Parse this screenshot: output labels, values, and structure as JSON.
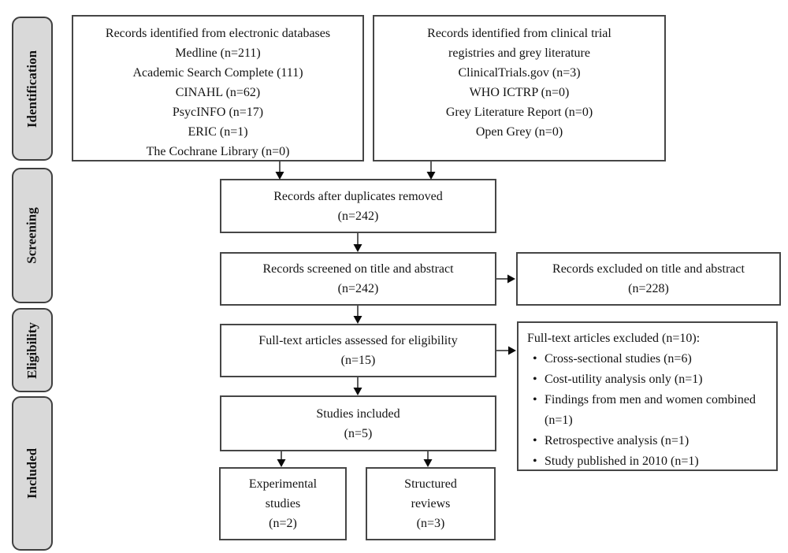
{
  "stages": {
    "identification": "Identification",
    "screening": "Screening",
    "eligibility": "Eligibility",
    "included": "Included"
  },
  "boxes": {
    "electronic_databases": {
      "lines": [
        "Records identified from electronic databases",
        "Medline (n=211)",
        "Academic Search Complete (111)",
        "CINAHL (n=62)",
        "PsycINFO (n=17)",
        "ERIC (n=1)",
        "The Cochrane Library (n=0)"
      ]
    },
    "trial_registries": {
      "lines": [
        "Records identified from clinical trial",
        "registries and grey literature",
        "ClinicalTrials.gov (n=3)",
        "WHO ICTRP (n=0)",
        "Grey Literature Report (n=0)",
        "Open Grey (n=0)"
      ]
    },
    "duplicates_removed": {
      "lines": [
        "Records after duplicates removed",
        "(n=242)"
      ]
    },
    "records_screened": {
      "lines": [
        "Records screened on title and abstract",
        "(n=242)"
      ]
    },
    "records_excluded": {
      "lines": [
        "Records excluded on title and abstract",
        "(n=228)"
      ]
    },
    "fulltext_assessed": {
      "lines": [
        "Full-text articles assessed for eligibility",
        "(n=15)"
      ]
    },
    "fulltext_excluded": {
      "title": "Full-text articles excluded (n=10):",
      "bullets": [
        "Cross-sectional studies (n=6)",
        "Cost-utility analysis only (n=1)",
        "Findings from men and women combined (n=1)",
        "Retrospective analysis (n=1)",
        "Study published in 2010 (n=1)"
      ]
    },
    "studies_included": {
      "lines": [
        "Studies included",
        "(n=5)"
      ]
    },
    "experimental_studies": {
      "lines": [
        "Experimental",
        "studies",
        "(n=2)"
      ]
    },
    "structured_reviews": {
      "lines": [
        "Structured",
        "reviews",
        "(n=3)"
      ]
    }
  },
  "colors": {
    "stage_fill": "#d9d9d9",
    "box_border": "#464646",
    "arrow_line": "#3f3f3f",
    "arrow_head": "#0a0a0a",
    "background": "#ffffff"
  }
}
